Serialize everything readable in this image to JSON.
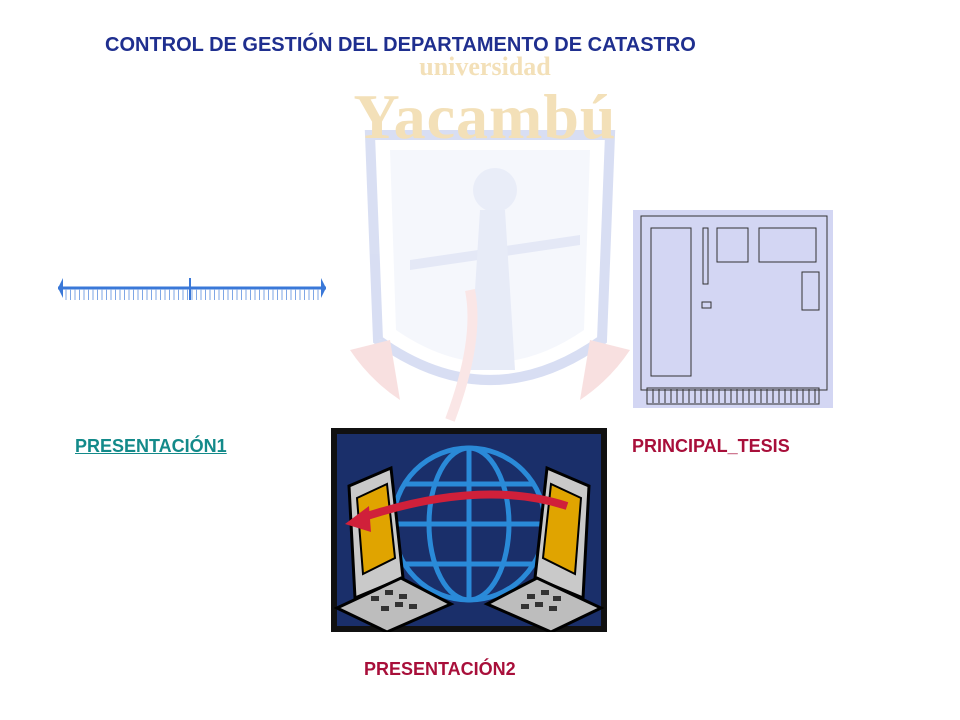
{
  "header": {
    "title": "CONTROL DE GESTIÓN DEL DEPARTAMENTO DE CATASTRO"
  },
  "watermark": {
    "line1": "universidad",
    "line2": "Yacambú"
  },
  "links": {
    "presentacion1": "PRESENTACIÓN1",
    "principal_tesis": "PRINCIPAL_TESIS",
    "presentacion2": "PRESENTACIÓN2"
  },
  "colors": {
    "title": "#1f2f8f",
    "link_visited": "#138a8a",
    "link": "#a80f3a",
    "watermark": "#f3e0b8"
  },
  "icons": {
    "ruler": "timeline-ruler-icon",
    "board": "circuit-board-icon",
    "computers": "network-computers-icon"
  }
}
